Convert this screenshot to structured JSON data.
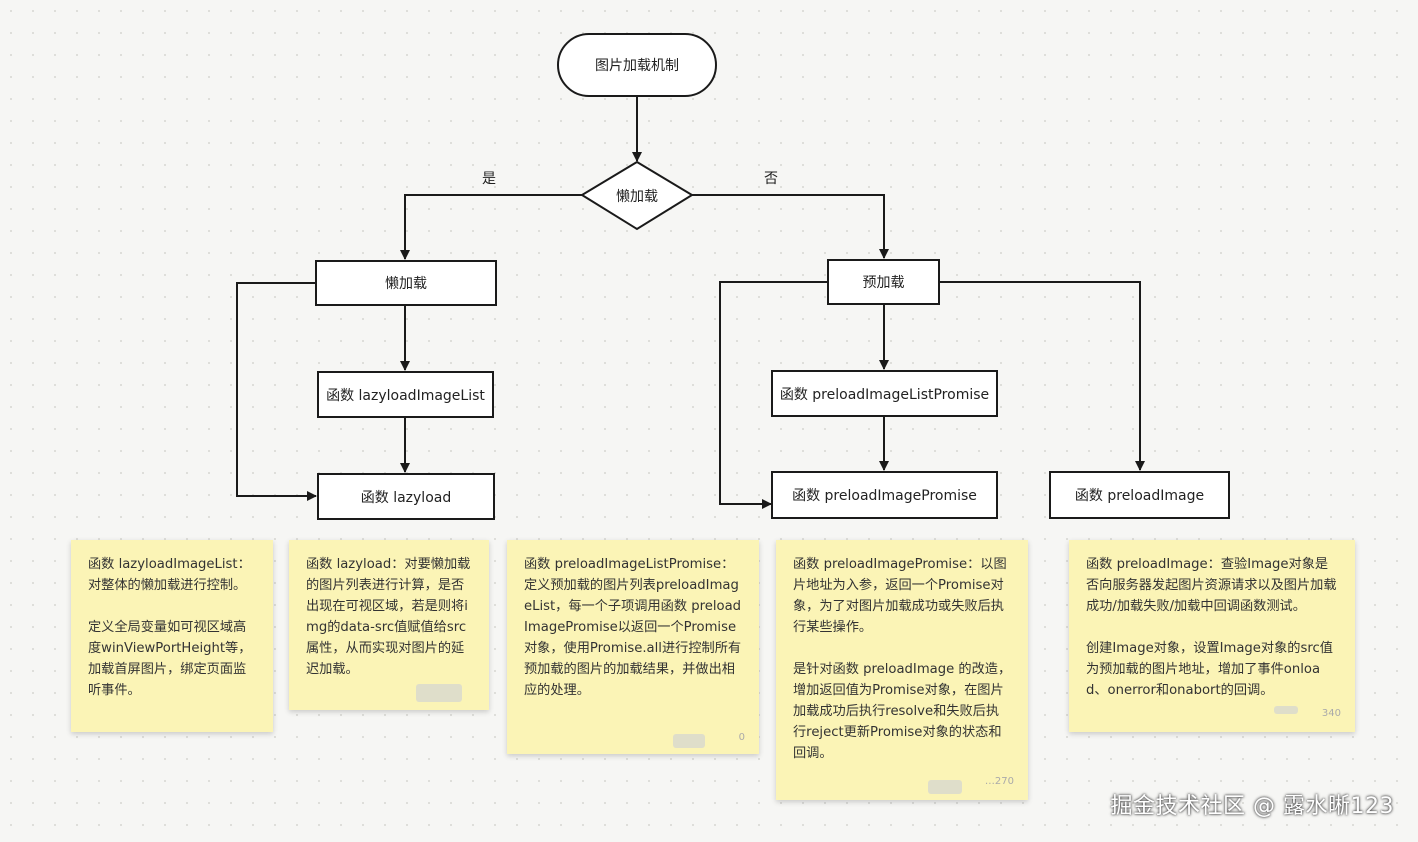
{
  "diagram": {
    "start": "图片加载机制",
    "decision": "懒加载",
    "yes_label": "是",
    "no_label": "否",
    "lazy_load": "懒加载",
    "preload": "预加载",
    "fn_lazyload_image_list": "函数 lazyloadImageList",
    "fn_lazyload": "函数 lazyload",
    "fn_preload_image_list_promise": "函数 preloadImageListPromise",
    "fn_preload_image_promise": "函数 preloadImagePromise",
    "fn_preload_image": "函数 preloadImage"
  },
  "notes": {
    "lazyload_image_list": {
      "p1": "函数 lazyloadImageList：对整体的懒加载进行控制。",
      "p2": "定义全局变量如可视区域高度winViewPortHeight等，加载首屏图片，绑定页面监听事件。"
    },
    "lazyload": {
      "p1": "函数 lazyload：对要懒加载的图片列表进行计算，是否出现在可视区域，若是则将img的data-src值赋值给src属性，从而实现对图片的延迟加载。"
    },
    "preload_image_list_promise": {
      "p1": "函数 preloadImageListPromise：定义预加载的图片列表preloadImageList，每一个子项调用函数 preloadImagePromise以返回一个Promise对象，使用Promise.all进行控制所有预加载的图片的加载结果，并做出相应的处理。",
      "corner": "0"
    },
    "preload_image_promise": {
      "p1": "函数 preloadImagePromise：以图片地址为入参，返回一个Promise对象，为了对图片加载成功或失败后执行某些操作。",
      "p2": "是针对函数 preloadImage 的改造，增加返回值为Promise对象，在图片加载成功后执行resolve和失败后执行reject更新Promise对象的状态和回调。",
      "corner": "…270"
    },
    "preload_image": {
      "p1": "函数 preloadImage：查验Image对象是否向服务器发起图片资源请求以及图片加载成功/加载失败/加载中回调函数测试。",
      "p2": "创建Image对象，设置Image对象的src值为预加载的图片地址，增加了事件onload、onerror和onabort的回调。",
      "corner": "340"
    }
  },
  "watermark": "掘金技术社区 @ 露水晰123"
}
